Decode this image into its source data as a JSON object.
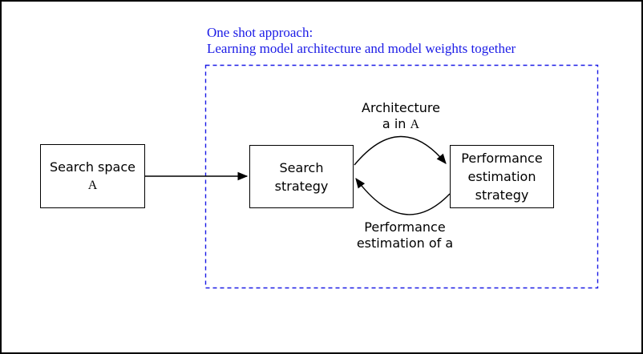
{
  "title": {
    "line1": "One shot approach:",
    "line2": "Learning model architecture and model weights together"
  },
  "nodes": {
    "search_space": {
      "line1": "Search space",
      "symbol": "A"
    },
    "search_strategy": {
      "line1": "Search",
      "line2": "strategy"
    },
    "performance_estimation": {
      "line1": "Performance",
      "line2": "estimation",
      "line3": "strategy"
    }
  },
  "edge_labels": {
    "architecture": {
      "line1": "Architecture",
      "line2_text": "a in",
      "line2_symbol": "A"
    },
    "performance": {
      "line1": "Performance",
      "line2": "estimation of a"
    }
  },
  "colors": {
    "accent_blue": "#1a1ae6",
    "line_black": "#000000",
    "node_fill": "#ffffff",
    "background": "#ffffff"
  }
}
